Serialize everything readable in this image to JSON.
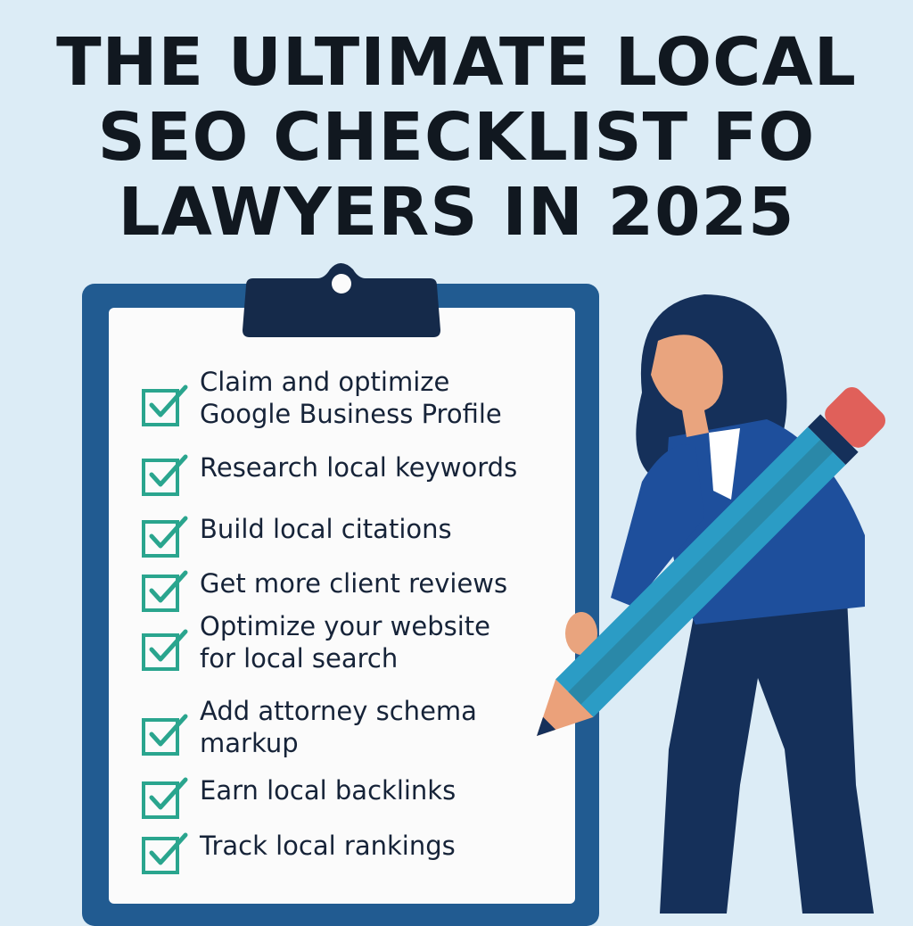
{
  "title": {
    "lines": [
      "THE ULTIMATE LOCAL",
      "SEO CHECKLIST FO",
      "LAWYERS IN 2025"
    ]
  },
  "colors": {
    "background": "#dcecf6",
    "clipboard": "#215b91",
    "clip": "#152a4a",
    "check": "#2aa58e",
    "text": "#162338"
  },
  "checklist": {
    "items": [
      {
        "lines": [
          "Claim and optimize",
          "Google Business Profile"
        ],
        "checked": true
      },
      {
        "lines": [
          "Research local keywords"
        ],
        "checked": true
      },
      {
        "lines": [
          "Build local citations"
        ],
        "checked": true
      },
      {
        "lines": [
          "Get more client reviews"
        ],
        "checked": true
      },
      {
        "lines": [
          "Optimize your website",
          "for local search"
        ],
        "checked": true
      },
      {
        "lines": [
          "Add attorney schema",
          "markup"
        ],
        "checked": true
      },
      {
        "lines": [
          "Earn local backlinks"
        ],
        "checked": true
      },
      {
        "lines": [
          "Track local rankings"
        ],
        "checked": true
      }
    ]
  }
}
